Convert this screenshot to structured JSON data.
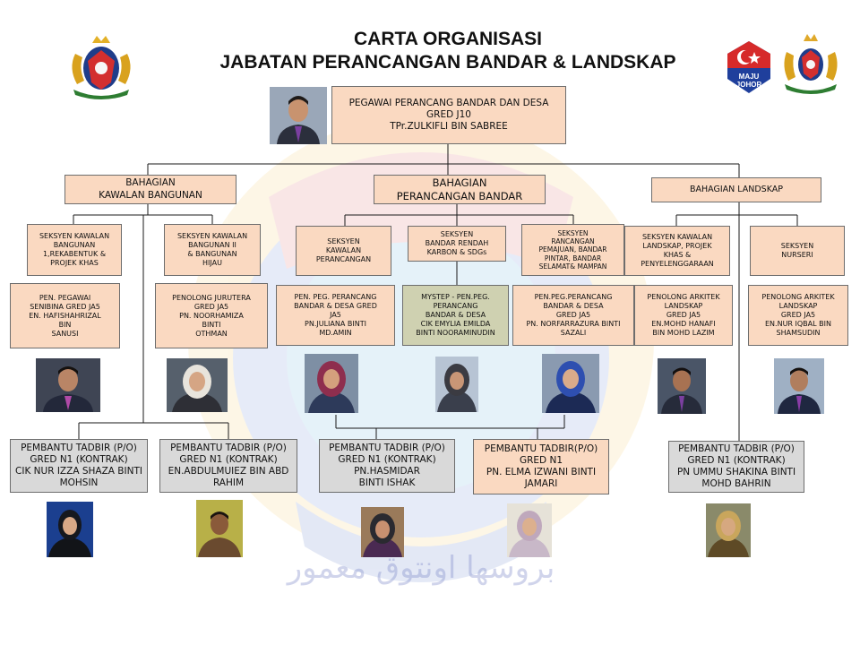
{
  "title": {
    "line1": "CARTA ORGANISASI",
    "line2": "JABATAN PERANCANGAN BANDAR & LANDSKAP"
  },
  "logos": {
    "left_icon": "johor-coat-of-arms-icon",
    "right_badge": "maju-johor-badge-icon",
    "right_badge_text": [
      "MAJU",
      "JOHOR"
    ],
    "right_icon": "johor-state-crest-icon"
  },
  "head": {
    "lines": [
      "PEGAWAI PERANCANG BANDAR DAN DESA",
      "GRED J10",
      "TPr.ZULKIFLI BIN SABREE"
    ]
  },
  "divisions": {
    "kawalan": {
      "lines": [
        "BAHAGIAN",
        "KAWALAN BANGUNAN"
      ]
    },
    "perancangan": {
      "lines": [
        "BAHAGIAN",
        "PERANCANGAN BANDAR"
      ]
    },
    "landskap": {
      "lines": [
        "BAHAGIAN LANDSKAP"
      ]
    }
  },
  "sections": {
    "kb1": {
      "lines": [
        "SEKSYEN KAWALAN",
        "BANGUNAN",
        "1,REKABENTUK &",
        "PROJEK KHAS"
      ]
    },
    "kb2": {
      "lines": [
        "SEKSYEN KAWALAN",
        "BANGUNAN II",
        "& BANGUNAN",
        "HIJAU"
      ]
    },
    "kp": {
      "lines": [
        "SEKSYEN",
        "KAWALAN",
        "PERANCANGAN"
      ]
    },
    "brk": {
      "lines": [
        "SEKSYEN",
        "BANDAR RENDAH",
        "KARBON & SDGs"
      ]
    },
    "rp": {
      "lines": [
        "SEKSYEN",
        "RANCANGAN",
        "PEMAJUAN, BANDAR",
        "PINTAR, BANDAR",
        "SELAMAT& MAMPAN"
      ]
    },
    "kl": {
      "lines": [
        "SEKSYEN KAWALAN",
        "LANDSKAP, PROJEK",
        "KHAS &",
        "PENYELENGGARAAN"
      ]
    },
    "ns": {
      "lines": [
        "SEKSYEN",
        "NURSERI"
      ]
    }
  },
  "officers": {
    "o1": {
      "lines": [
        "PEN. PEGAWAI",
        "SENIBINA GRED JA5",
        "EN. HAFISHAHRIZAL",
        "BIN",
        "SANUSI"
      ]
    },
    "o2": {
      "lines": [
        "PENOLONG JURUTERA",
        "GRED JA5",
        "PN. NOORHAMIZA",
        "BINTI",
        "OTHMAN"
      ]
    },
    "o3": {
      "lines": [
        "PEN. PEG. PERANCANG",
        "BANDAR & DESA GRED",
        "JA5",
        "PN.JULIANA BINTI",
        "MD.AMIN"
      ]
    },
    "o4": {
      "lines": [
        "MYSTEP - PEN.PEG.",
        "PERANCANG",
        "BANDAR & DESA",
        "CIK EMYLIA EMILDA",
        "BINTI NOORAMINUDIN"
      ]
    },
    "o5": {
      "lines": [
        "PEN.PEG.PERANCANG",
        "BANDAR & DESA",
        "GRED JA5",
        "PN. NORFARRAZURA BINTI",
        "SAZALI"
      ]
    },
    "o6": {
      "lines": [
        "PENOLONG ARKITEK",
        "LANDSKAP",
        "GRED JA5",
        "EN.MOHD HANAFI",
        "BIN MOHD LAZIM"
      ]
    },
    "o7": {
      "lines": [
        "PENOLONG ARKITEK",
        "LANDSKAP",
        "GRED JA5",
        "EN.NUR IQBAL BIN",
        "SHAMSUDIN"
      ]
    }
  },
  "assistants": {
    "a1": {
      "lines": [
        "PEMBANTU TADBIR (P/O)",
        "GRED N1 (KONTRAK)",
        "CIK NUR IZZA SHAZA BINTI",
        "MOHSIN"
      ]
    },
    "a2": {
      "lines": [
        "PEMBANTU TADBIR (P/O)",
        "GRED N1 (KONTRAK)",
        "EN.ABDULMUIEZ BIN ABD",
        "RAHIM"
      ]
    },
    "a3": {
      "lines": [
        "PEMBANTU TADBIR (P/O)",
        "GRED N1 (KONTRAK)",
        "PN.HASMIDAR",
        "BINTI ISHAK"
      ]
    },
    "a4": {
      "lines": [
        "PEMBANTU TADBIR(P/O)",
        "GRED N1",
        "PN. ELMA IZWANI BINTI",
        "JAMARI"
      ]
    },
    "a5": {
      "lines": [
        "PEMBANTU TADBIR (P/O)",
        "GRED N1 (KONTRAK)",
        "PN UMMU SHAKINA BINTI",
        "MOHD BAHRIN"
      ]
    }
  },
  "watermark_text": "بروسها اونتوق معمور",
  "colors": {
    "peach": "#fad9c1",
    "gray": "#d9d9d9",
    "olive": "#cfd1b1",
    "line": "#1a1a1a"
  }
}
